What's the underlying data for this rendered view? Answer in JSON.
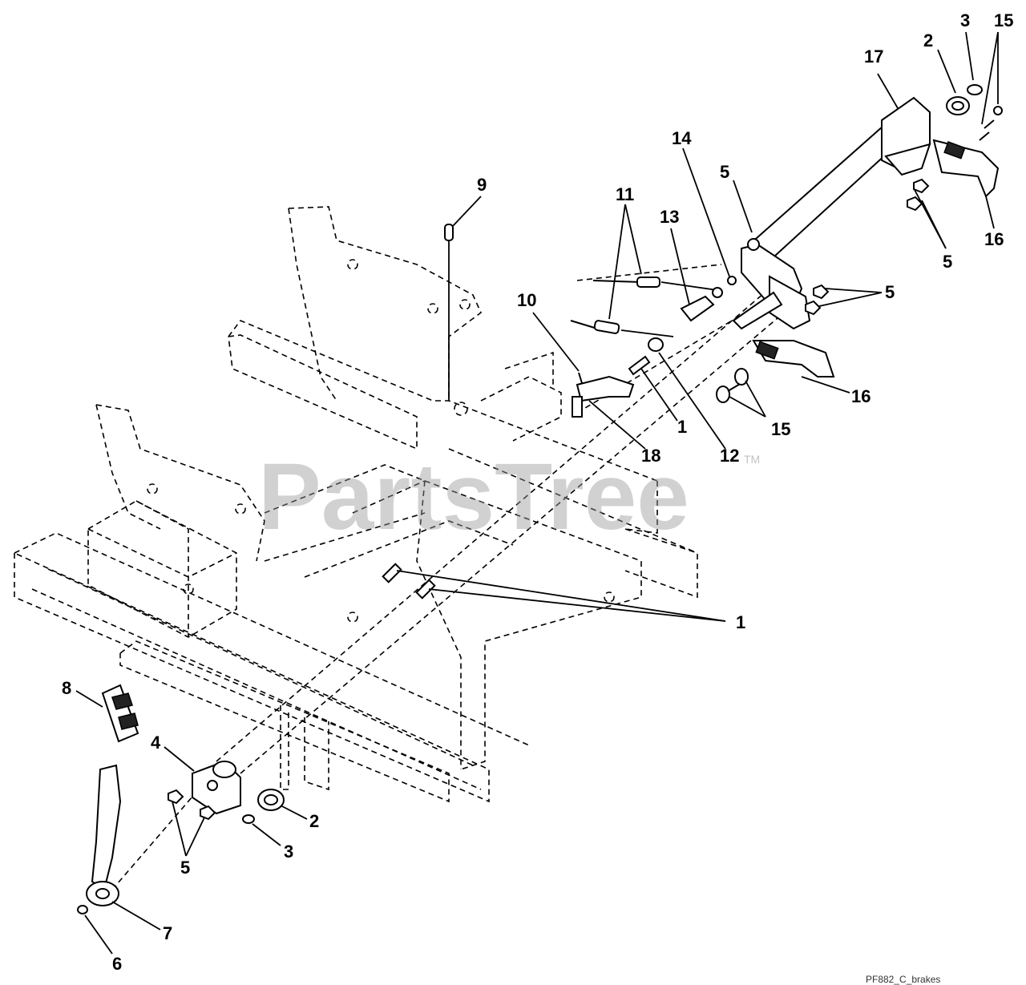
{
  "watermark": {
    "text": "PartsTree",
    "tm": "TM"
  },
  "figure_ref": "PF882_C_brakes",
  "callouts": [
    "17",
    "2",
    "3",
    "15",
    "16",
    "5",
    "5",
    "5",
    "14",
    "13",
    "11",
    "10",
    "9",
    "1",
    "18",
    "12",
    "15",
    "16",
    "1",
    "8",
    "4",
    "5",
    "2",
    "3",
    "7",
    "6"
  ]
}
